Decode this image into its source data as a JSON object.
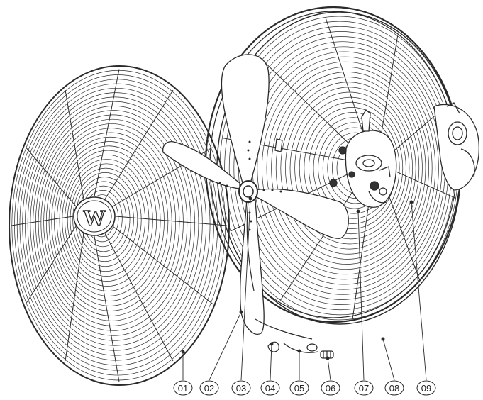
{
  "diagram": {
    "type": "exploded-view",
    "subject": "wall-mount fan assembly",
    "line_color": "#2a2a2a",
    "logo": {
      "icon": "w-brand-logo-icon",
      "text": "W"
    },
    "part_labels": [
      "01",
      "02",
      "03",
      "04",
      "05",
      "06",
      "07",
      "08",
      "09"
    ]
  }
}
